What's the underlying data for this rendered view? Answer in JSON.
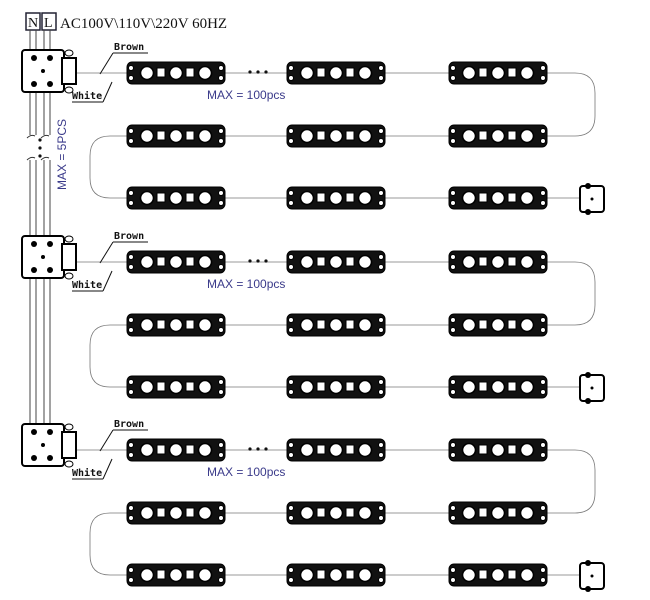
{
  "power": {
    "n_label": "N",
    "l_label": "L",
    "voltage_label": "AC100V\\110V\\220V 60HZ"
  },
  "trunk": {
    "max_label": "MAX = 5PCS"
  },
  "groups": [
    {
      "brown_label": "Brown",
      "white_label": "White",
      "max_label": "MAX = 100pcs",
      "rows": 3,
      "modules_per_row": 3
    },
    {
      "brown_label": "Brown",
      "white_label": "White",
      "max_label": "MAX = 100pcs",
      "rows": 3,
      "modules_per_row": 3
    },
    {
      "brown_label": "Brown",
      "white_label": "White",
      "max_label": "MAX = 100pcs",
      "rows": 3,
      "modules_per_row": 3
    }
  ],
  "module": {
    "leds": 3
  },
  "colors": {
    "line": "#111111",
    "wire": "#555555",
    "max_text": "#3a3a8a"
  }
}
